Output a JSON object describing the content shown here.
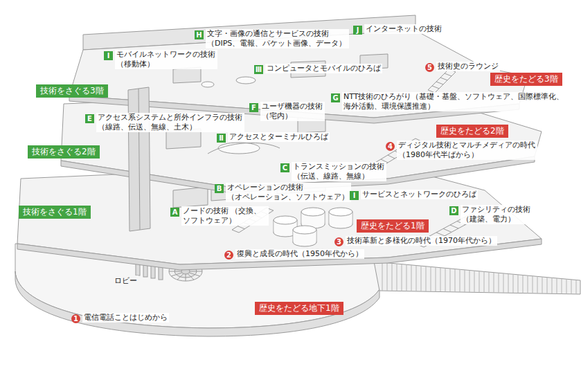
{
  "diagram": {
    "nodes": [
      {
        "text": [
          "H",
          "文字・画像の通信とサービスの技術 （DIPS、電報、パケット画像、データ）"
        ]
      },
      {
        "text": [
          "J",
          "インターネットの技術"
        ]
      },
      {
        "text": [
          "I",
          "モバイルネットワークの技術 （移動体）"
        ]
      },
      {
        "text": [
          "Ⅲ",
          "コンピュータとモバイルのひろば"
        ]
      },
      {
        "text": [
          "5",
          "技術史のラウンジ"
        ]
      },
      {
        "text": [
          "歴史をたどる3階"
        ]
      },
      {
        "text": [
          "技術をさぐる3階"
        ]
      },
      {
        "text": [
          "G",
          "NTT技術のひろがり（基礎・基盤、ソフトウェア、国際標準化、 海外活動、環境保護推進）"
        ]
      },
      {
        "text": [
          "F",
          "ユーザ機器の技術 （宅内）"
        ]
      },
      {
        "text": [
          "E",
          "アクセス系システムと所外インフラの技術 （線路、伝送、無線、土木）"
        ]
      },
      {
        "text": [
          "歴史をたどる2階"
        ]
      },
      {
        "text": [
          "Ⅱ",
          "アクセスとターミナルひろば"
        ]
      },
      {
        "text": [
          "4",
          "ディジタル技術とマルチメディアの時代 （1980年代半ばから）"
        ]
      },
      {
        "text": [
          "技術をさぐる2階"
        ]
      },
      {
        "text": [
          "C",
          "トランスミッションの技術 （伝送、線路、無線）"
        ]
      },
      {
        "text": [
          "B",
          "オペレーションの技術 （オペレーション、ソフトウェア）"
        ]
      },
      {
        "text": [
          "Ⅰ",
          "サービスとネットワークのひろば"
        ]
      },
      {
        "text": [
          "技術をさぐる1階"
        ]
      },
      {
        "text": [
          "D",
          "ファシリティの技術 （建築、電力）"
        ]
      },
      {
        "text": [
          "A",
          "ノードの技術 （交換、ソフトウェア）"
        ]
      },
      {
        "text": [
          "歴史をたどる1階"
        ]
      },
      {
        "text": [
          "3",
          "技術革新と多様化の時代（1970年代から）"
        ]
      },
      {
        "text": [
          "2",
          "復興と成長の時代（1950年代から）"
        ]
      },
      {
        "text": [
          "歴史をたどる地下1階"
        ]
      },
      {
        "text": [
          "1",
          "電信電話ことはじめから"
        ]
      }
    ],
    "labels": [
      "ロビー"
    ]
  }
}
